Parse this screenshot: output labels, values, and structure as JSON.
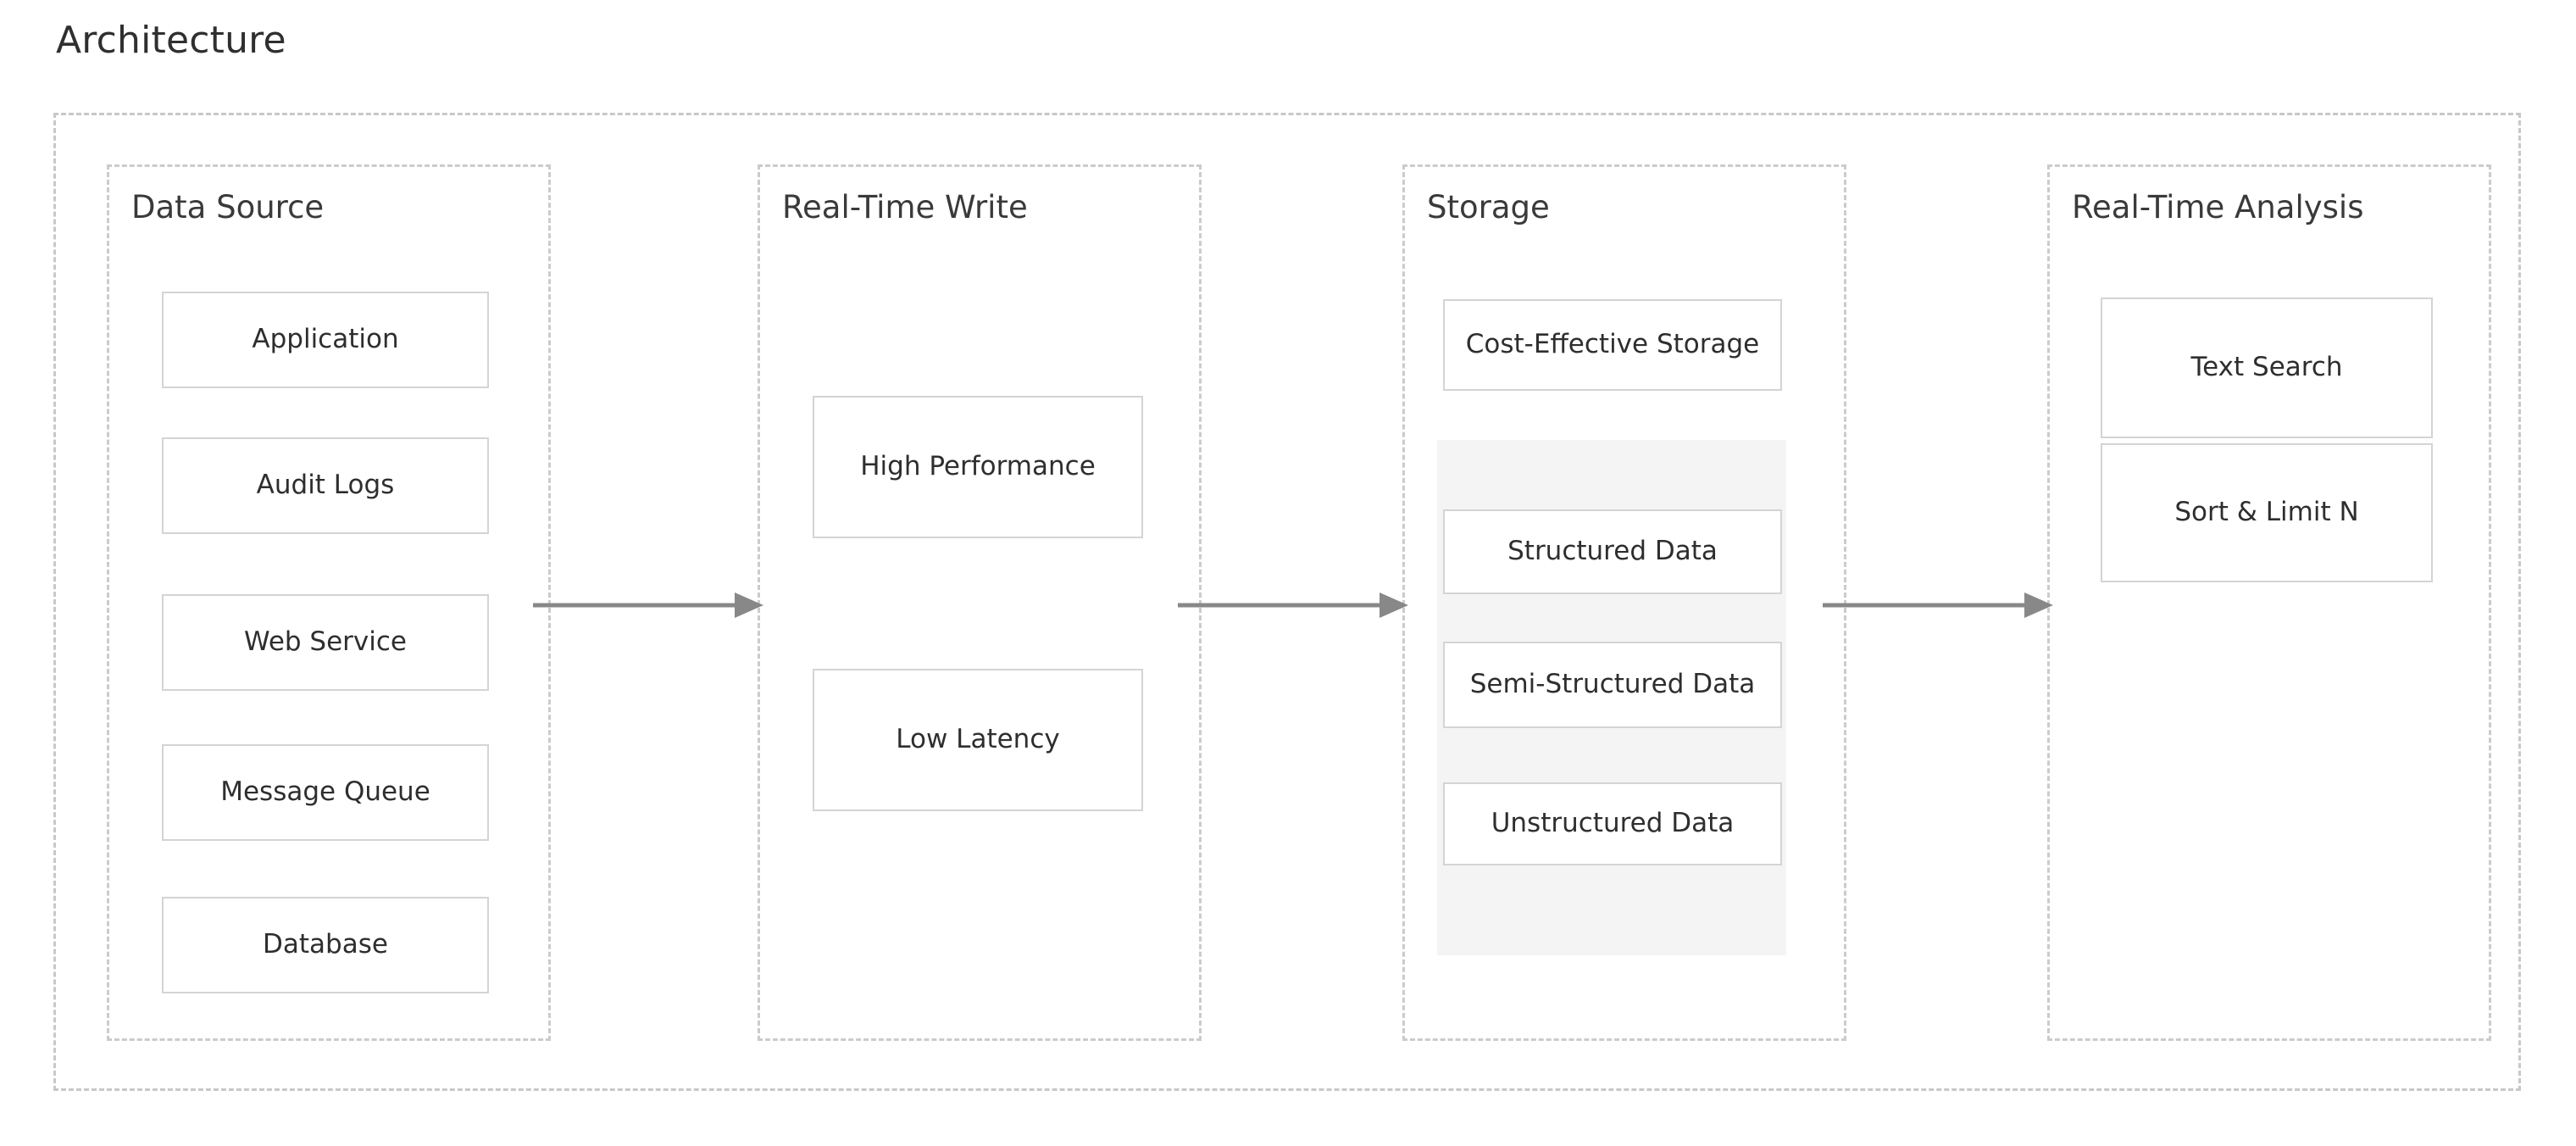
{
  "page": {
    "title": "Architecture"
  },
  "colors": {
    "background": "#ffffff",
    "frame_dashed_border": "#c8c8c8",
    "stage_dashed_border": "#cbcbcb",
    "node_border": "#d4d4d4",
    "node_fill": "#ffffff",
    "group_fill": "#f4f4f4",
    "arrow": "#888888",
    "title_text": "#2f2f2f",
    "node_text": "#2e2e2e"
  },
  "stages": [
    {
      "id": "data-source",
      "title": "Data Source",
      "nodes": [
        {
          "label": "Application"
        },
        {
          "label": "Audit Logs"
        },
        {
          "label": "Web Service"
        },
        {
          "label": "Message Queue"
        },
        {
          "label": "Database"
        }
      ]
    },
    {
      "id": "real-time-write",
      "title": "Real-Time Write",
      "nodes": [
        {
          "label": "High Performance"
        },
        {
          "label": "Low Latency"
        }
      ]
    },
    {
      "id": "storage",
      "title": "Storage",
      "nodes": [
        {
          "label": "Cost-Effective Storage"
        }
      ],
      "group": {
        "id": "data-types-group",
        "nodes": [
          {
            "label": "Structured Data"
          },
          {
            "label": "Semi-Structured Data"
          },
          {
            "label": "Unstructured Data"
          }
        ]
      }
    },
    {
      "id": "real-time-analysis",
      "title": "Real-Time Analysis",
      "nodes": [
        {
          "label": "Text Search"
        },
        {
          "label": "Sort & Limit N"
        }
      ]
    }
  ],
  "connectors": [
    {
      "from": "data-source",
      "to": "real-time-write"
    },
    {
      "from": "real-time-write",
      "to": "storage"
    },
    {
      "from": "storage",
      "to": "real-time-analysis"
    }
  ]
}
